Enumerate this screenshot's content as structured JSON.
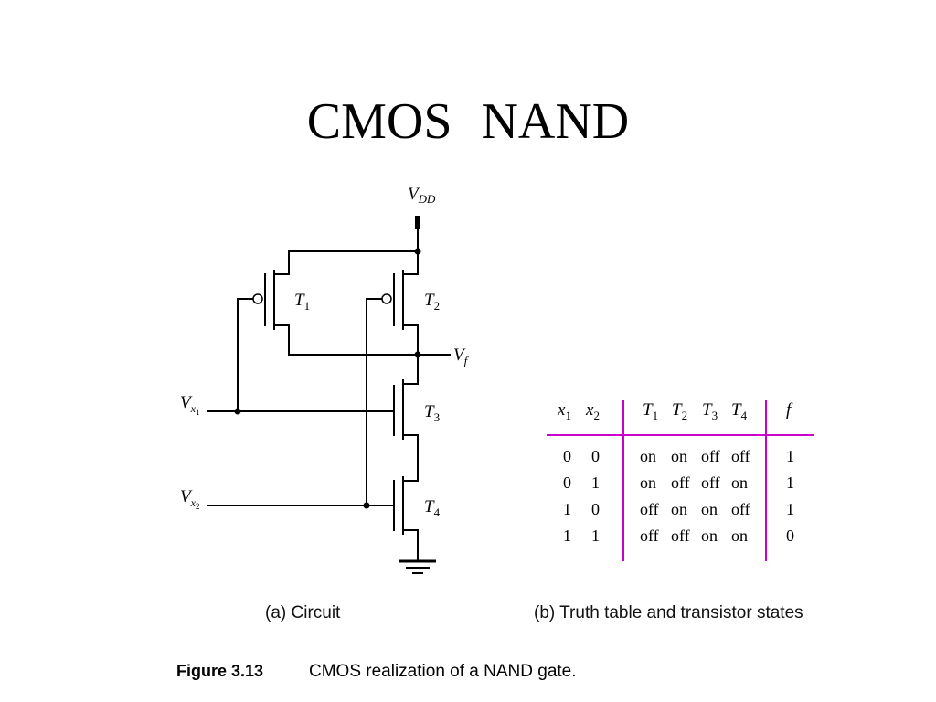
{
  "title": "CMOS   NAND",
  "circuit": {
    "supply_label": "V",
    "supply_sub": "DD",
    "output_label": "V",
    "output_sub": "f",
    "input1_label": "V",
    "input1_sub": "x",
    "input1_subsub": "1",
    "input2_label": "V",
    "input2_sub": "x",
    "input2_subsub": "2",
    "transistors": [
      {
        "name": "T",
        "index": "1"
      },
      {
        "name": "T",
        "index": "2"
      },
      {
        "name": "T",
        "index": "3"
      },
      {
        "name": "T",
        "index": "4"
      }
    ]
  },
  "truth_table": {
    "headers": {
      "inputs": [
        {
          "name": "x",
          "index": "1"
        },
        {
          "name": "x",
          "index": "2"
        }
      ],
      "transistors": [
        {
          "name": "T",
          "index": "1"
        },
        {
          "name": "T",
          "index": "2"
        },
        {
          "name": "T",
          "index": "3"
        },
        {
          "name": "T",
          "index": "4"
        }
      ],
      "output": "f"
    },
    "rows": [
      {
        "x1": "0",
        "x2": "0",
        "t1": "on",
        "t2": "on",
        "t3": "off",
        "t4": "off",
        "f": "1"
      },
      {
        "x1": "0",
        "x2": "1",
        "t1": "on",
        "t2": "off",
        "t3": "off",
        "t4": "on",
        "f": "1"
      },
      {
        "x1": "1",
        "x2": "0",
        "t1": "off",
        "t2": "on",
        "t3": "on",
        "t4": "off",
        "f": "1"
      },
      {
        "x1": "1",
        "x2": "1",
        "t1": "off",
        "t2": "off",
        "t3": "on",
        "t4": "on",
        "f": "0"
      }
    ],
    "rule_color": "#cc00cc"
  },
  "captions": {
    "a": "(a) Circuit",
    "b": "(b) Truth table and transistor states"
  },
  "figure": {
    "label": "Figure 3.13",
    "text": "CMOS realization of a NAND gate."
  }
}
